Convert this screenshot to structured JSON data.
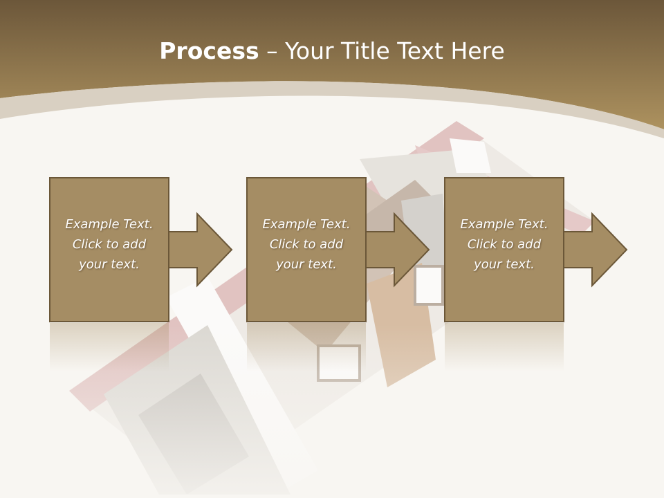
{
  "slide": {
    "title_bold": "Process",
    "title_rest": "– Your Title Text Here",
    "steps": [
      {
        "line1": "Example Text.",
        "line2": "Click  to add",
        "line3": "your text."
      },
      {
        "line1": "Example Text.",
        "line2": "Click  to add",
        "line3": "your text."
      },
      {
        "line1": "Example Text.",
        "line2": "Click  to add",
        "line3": "your text."
      }
    ]
  },
  "colors": {
    "header_top": "#6f5a3a",
    "header_bottom": "#a88b5c",
    "box_fill": "#a58d64",
    "box_border": "#6b5738",
    "background": "#f8f6f2"
  }
}
